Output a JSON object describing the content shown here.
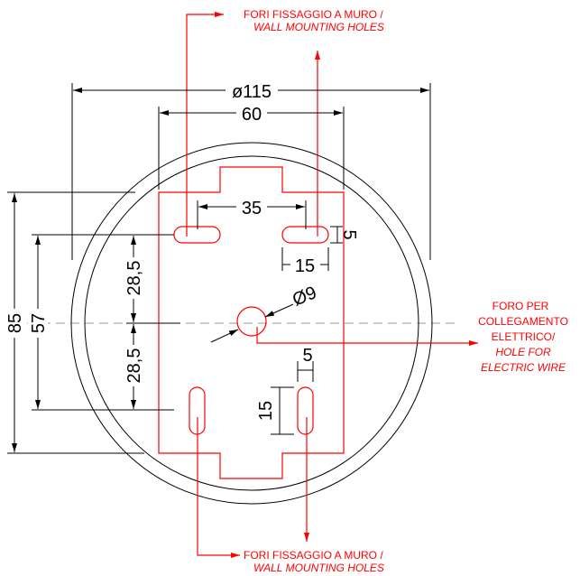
{
  "colors": {
    "outline": "#000000",
    "plate": "#ff0000",
    "centerline": "#999999"
  },
  "dimensions": {
    "outer_diameter": "ø115",
    "plate_width": "60",
    "slot_spacing": "35",
    "slot_length_h": "15",
    "slot_width_h": "5",
    "total_height": "85",
    "slot_pitch_v": "57",
    "half_pitch_top": "28,5",
    "half_pitch_bottom": "28,5",
    "hole_diameter": "Ø9",
    "slot_length_v": "15",
    "slot_width_v": "5"
  },
  "labels": {
    "top": {
      "line1": "FORI FISSAGGIO A MURO /",
      "line2": "WALL MOUNTING HOLES"
    },
    "right": {
      "line1": "FORO PER",
      "line2": "COLLEGAMENTO",
      "line3": "ELETTRICO/",
      "line4": "HOLE FOR",
      "line5": "ELECTRIC WIRE"
    },
    "bottom": {
      "line1": "FORI FISSAGGIO A MURO /",
      "line2": "WALL MOUNTING HOLES"
    }
  }
}
